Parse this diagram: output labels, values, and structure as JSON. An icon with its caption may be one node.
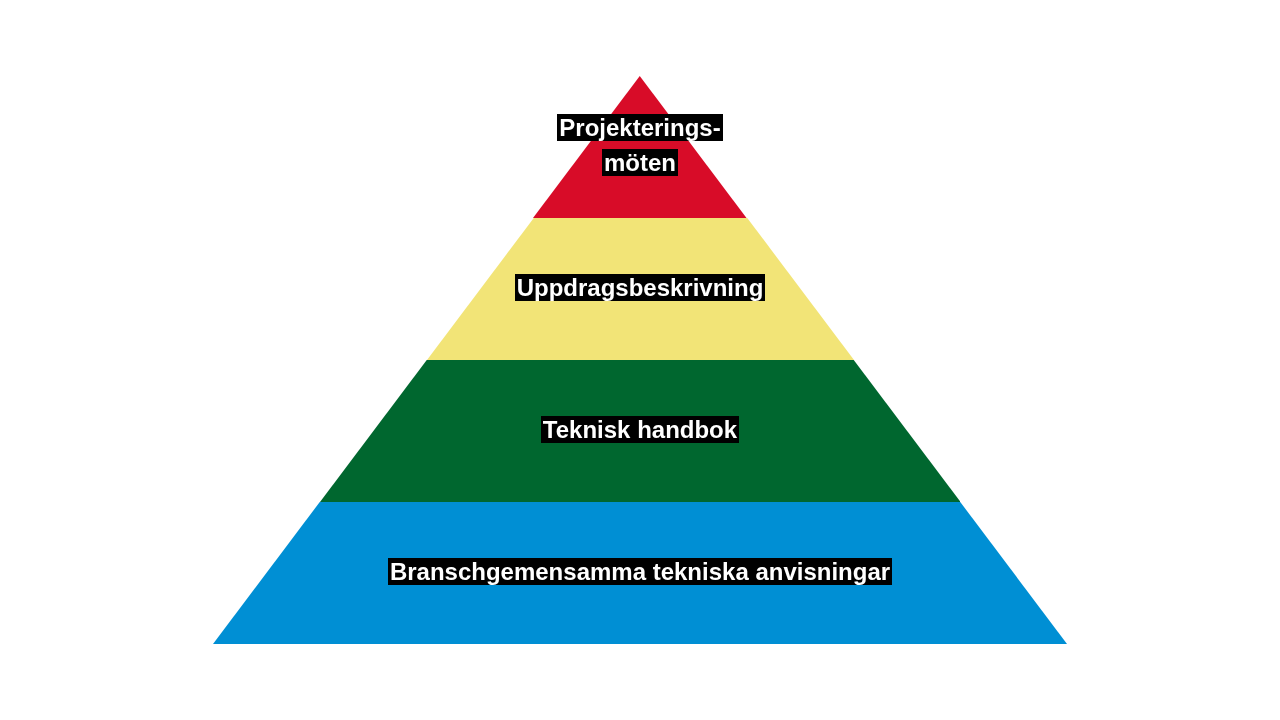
{
  "diagram": {
    "nodes": [
      {
        "text": [
          "Projekterings- möten"
        ]
      },
      {
        "text": [
          "Uppdragsbeskrivning"
        ]
      },
      {
        "text": [
          "Teknisk handbok"
        ]
      },
      {
        "text": [
          "Branschgemensamma tekniska anvisningar"
        ]
      }
    ]
  }
}
